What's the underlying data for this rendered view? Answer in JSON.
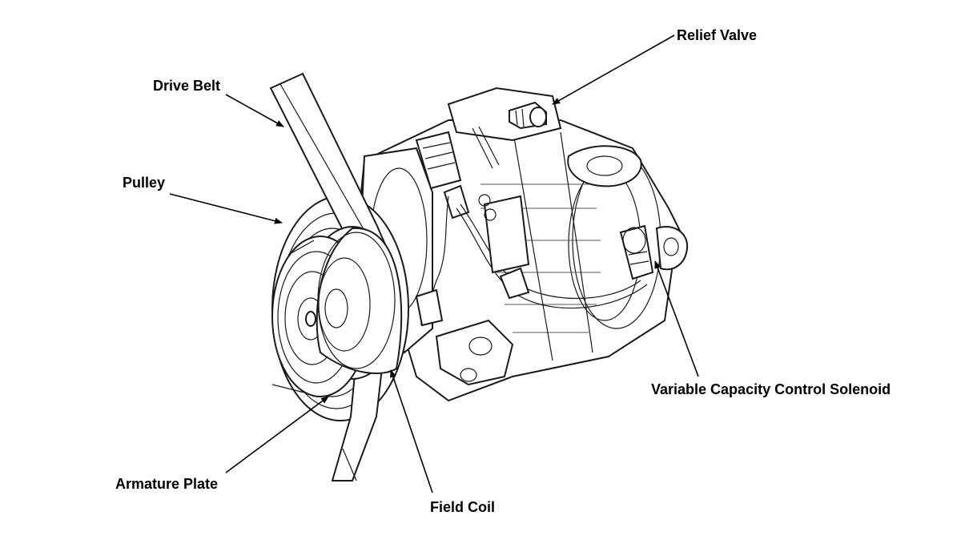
{
  "callouts": {
    "drive_belt": "Drive Belt",
    "pulley": "Pulley",
    "relief_valve": "Relief Valve",
    "variable_capacity_control_solenoid": "Variable Capacity Control Solenoid",
    "armature_plate": "Armature Plate",
    "field_coil": "Field Coil"
  },
  "colors": {
    "line": "#1a1a1a",
    "background": "#ffffff",
    "text": "#000000"
  }
}
